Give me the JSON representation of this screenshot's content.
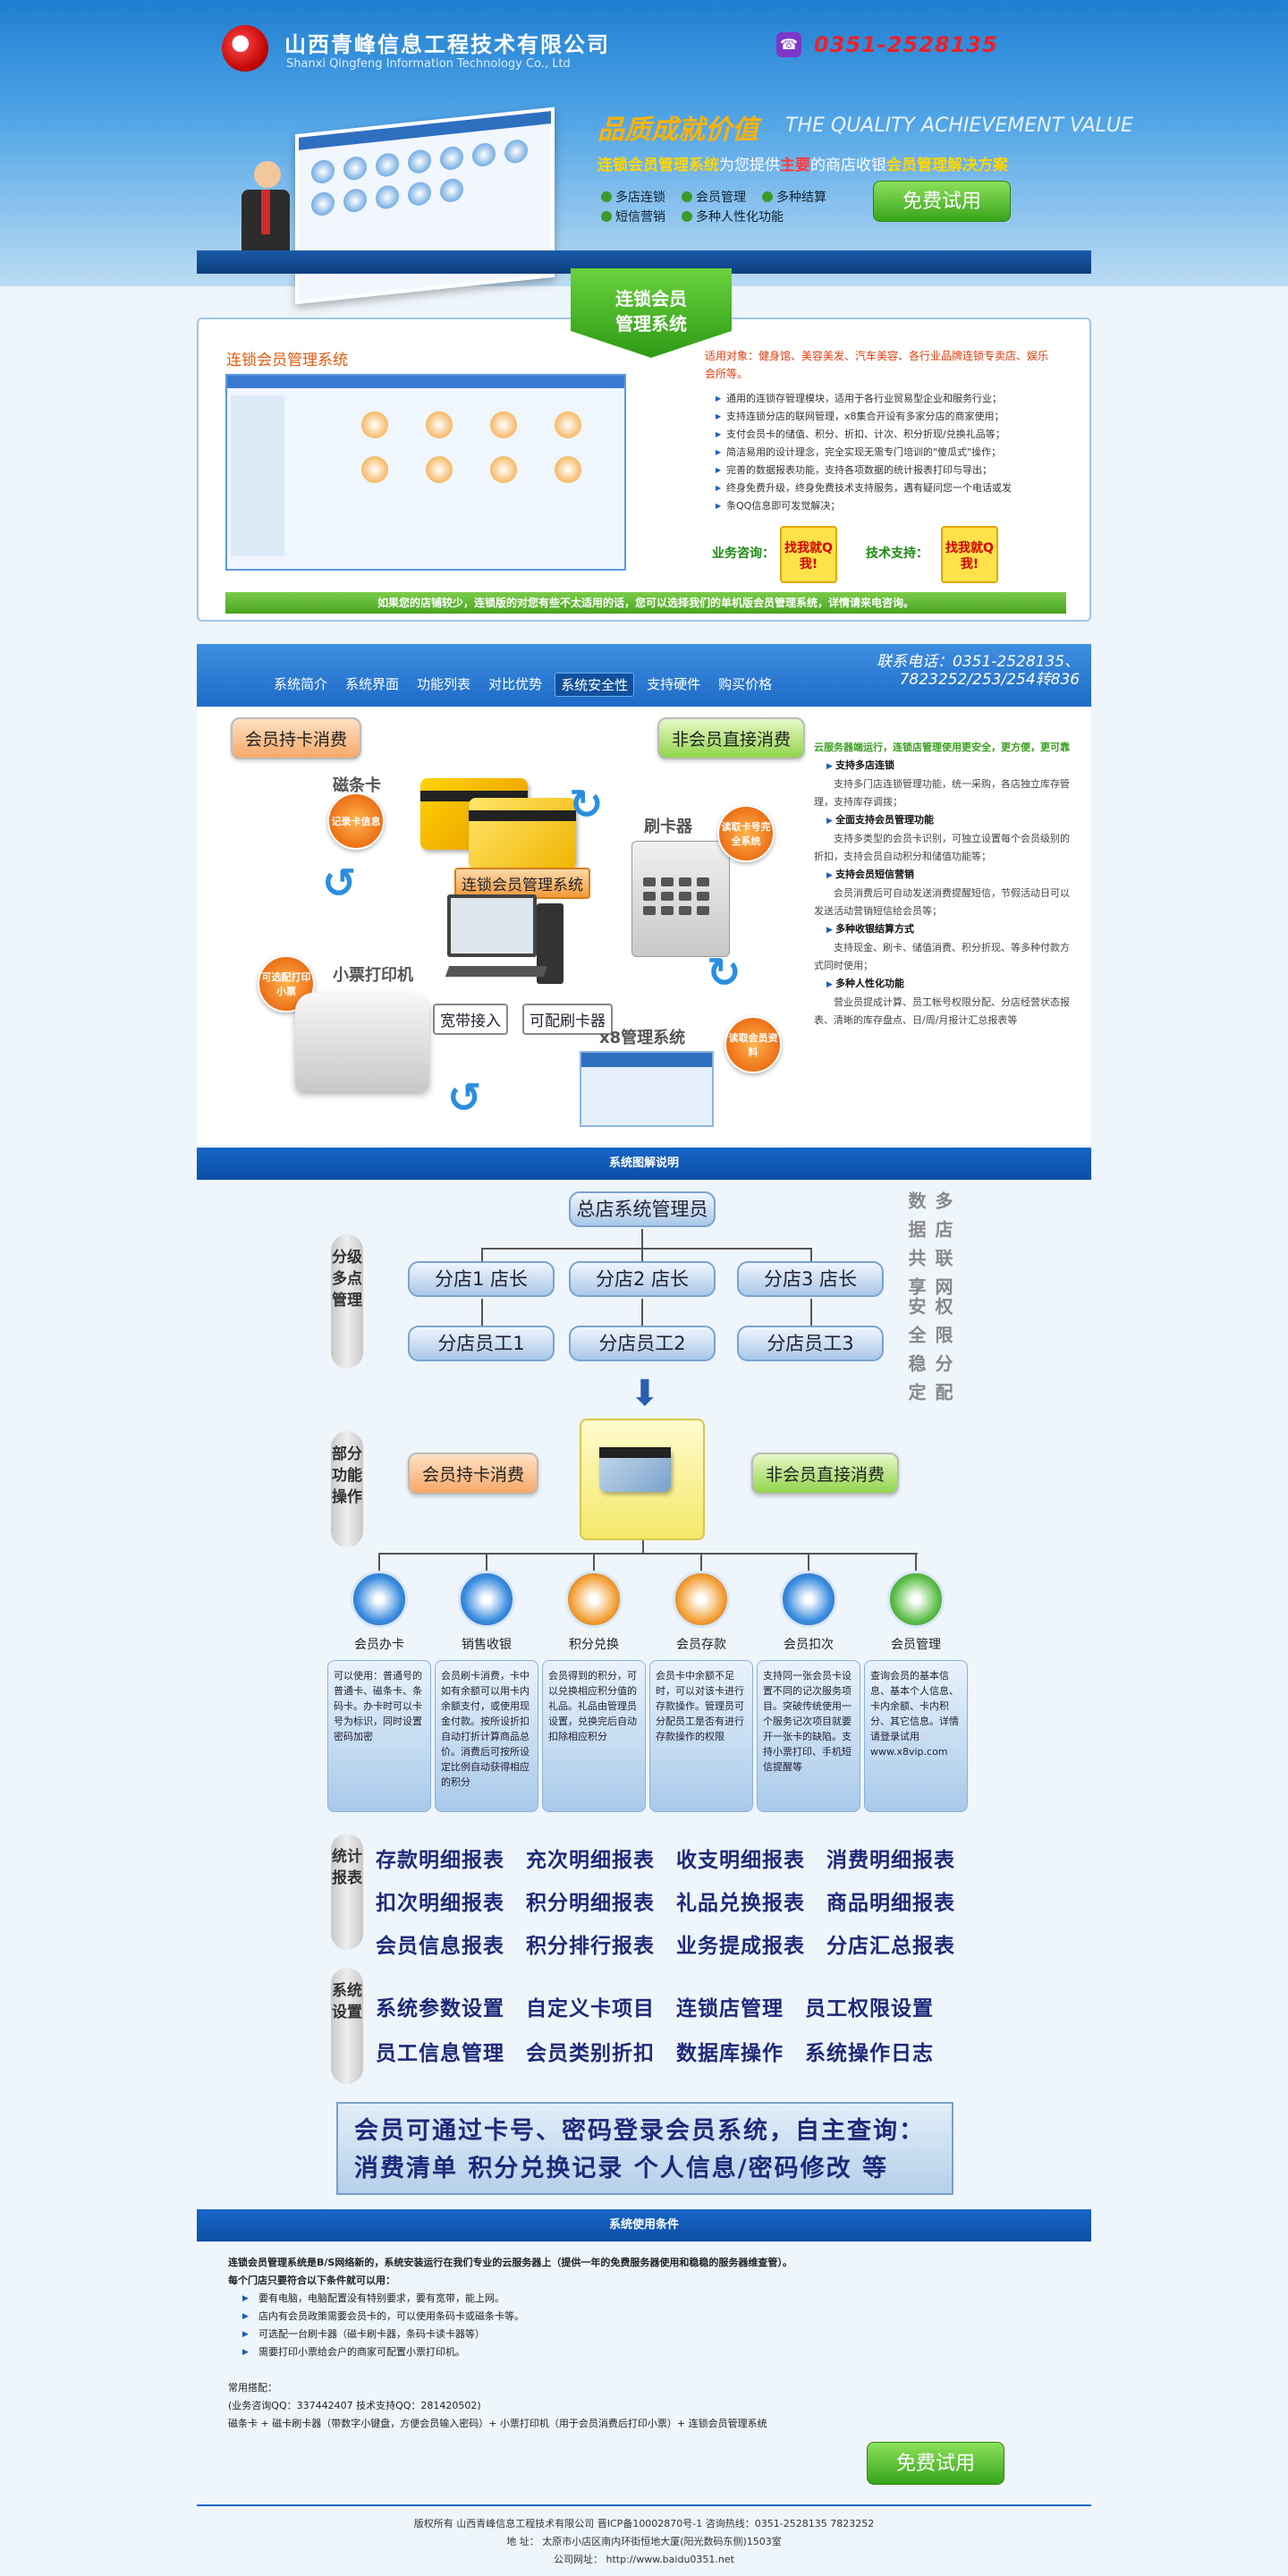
{
  "header": {
    "company_cn": "山西青峰信息工程技术有限公司",
    "company_en": "Shanxi Qingfeng Information Technology Co., Ltd",
    "phone": "0351-2528135",
    "slogan": "品质成就价值",
    "slogan_en": "THE QUALITY ACHIEVEMENT VALUE",
    "tagline_a": "连锁会员管理系统",
    "tagline_b": "为您提供",
    "tagline_c": "主要",
    "tagline_d": "的商店收银",
    "tagline_e": "会员管理解决方案",
    "features": [
      "多店连锁",
      "会员管理",
      "多种结算",
      "短信营销",
      "多种人性化功能"
    ],
    "try_button": "免费试用"
  },
  "product": {
    "badge_line1": "连锁会员",
    "badge_line2": "管理系统",
    "title": "连锁会员管理系统",
    "applicable": "适用对象：健身馆、美容美发、汽车美容、各行业品牌连锁专卖店、娱乐会所等。",
    "points": [
      "通用的连锁存管理模块，适用于各行业贸易型企业和服务行业；",
      "支持连锁分店的联网管理，x8集合开设有多家分店的商家使用；",
      "支付会员卡的储值、积分、折扣、计次、积分折现/兑换礼品等；",
      "简洁易用的设计理念，完全实现无需专门培训的\"傻瓜式\"操作；",
      "完善的数据报表功能，支持各项数据的统计报表打印与导出；",
      "终身免费升级，终身免费技术支持服务，遇有疑问您一个电话或发",
      "条QQ信息即可发觉解决；"
    ],
    "sales_label": "业务咨询：",
    "support_label": "技术支持：",
    "qq_text": "找我就Q我!",
    "notice": "如果您的店铺较少，连锁版的对您有些不太适用的话，您可以选择我们的单机版会员管理系统，详情请来电咨询。"
  },
  "nav": {
    "items": [
      "系统简介",
      "系统界面",
      "功能列表",
      "对比优势",
      "系统安全性",
      "支持硬件",
      "购买价格"
    ],
    "active_index": 4,
    "contact_line1": "联系电话：0351-2528135、",
    "contact_line2": "7823252/253/254转836"
  },
  "hardware": {
    "member_pay": "会员持卡消费",
    "nonmember_pay": "非会员直接消费",
    "magcard": "磁条卡",
    "reader": "刷卡器",
    "printer": "小票打印机",
    "system_label": "连锁会员管理系统",
    "broadband": "宽带接入",
    "card_reader_opt": "可配刷卡器",
    "x8": "x8管理系统",
    "burst1": "记录卡信息",
    "burst2": "读取卡号完全系统",
    "burst3": "读取会员资料",
    "burst4": "可选配打印小票",
    "right_intro": "云服务器端运行，连锁店管理使用更安全，更方便，更可靠",
    "right_items": [
      {
        "h": "支持多店连锁",
        "p": "支持多门店连锁管理功能，统一采购，各店独立库存管理，支持库存调拨；"
      },
      {
        "h": "全面支持会员管理功能",
        "p": "支持多类型的会员卡识别，可独立设置每个会员级别的折扣，支持会员自动积分和储值功能等；"
      },
      {
        "h": "支持会员短信营销",
        "p": "会员消费后可自动发送消费提醒短信，节假活动日可以发送活动营销短信给会员等；"
      },
      {
        "h": "多种收银结算方式",
        "p": "支持现金、刷卡、储值消费、积分折现、等多种付款方式同时使用；"
      },
      {
        "h": "多种人性化功能",
        "p": "营业员提成计算、员工帐号权限分配、分店经营状态报表、清晰的库存盘点、日/周/月报计汇总报表等"
      }
    ]
  },
  "diagram": {
    "section_title": "系统图解说明",
    "label_multi": "分级多点管理",
    "label_func": "部分功能操作",
    "label_report": "统计报表",
    "label_settings": "系统设置",
    "hq": "总店系统管理员",
    "managers": [
      "分店1 店长",
      "分店2 店长",
      "分店3 店长"
    ],
    "staff": [
      "分店员工1",
      "分店员工2",
      "分店员工3"
    ],
    "right_col1": [
      "多店联网",
      "权限分配"
    ],
    "right_col2": [
      "数据共享",
      "安全稳定"
    ],
    "member_pay": "会员持卡消费",
    "nonmember_pay": "非会员直接消费",
    "functions": [
      {
        "t": "会员办卡",
        "d": "可以使用：普通号的普通卡、磁条卡、条码卡。办卡时可以卡号为标识，同时设置密码加密"
      },
      {
        "t": "销售收银",
        "d": "会员刷卡消费，卡中如有余额可以用卡内余额支付，或使用现金付款。按所设折扣自动打折计算商品总价。消费后可按所设定比例自动获得相应的积分"
      },
      {
        "t": "积分兑换",
        "d": "会员得到的积分，可以兑换相应积分值的礼品。礼品由管理员设置，兑换完后自动扣除相应积分"
      },
      {
        "t": "会员存款",
        "d": "会员卡中余额不足时，可以对该卡进行存款操作。管理员可分配员工是否有进行存款操作的权限"
      },
      {
        "t": "会员扣次",
        "d": "支持同一张会员卡设置不同的记次服务项目。突破传统使用一个服务记次项目就要开一张卡的缺陷。支持小票打印、手机短信提醒等"
      },
      {
        "t": "会员管理",
        "d": "查询会员的基本信息、基本个人信息、卡内余额、卡内积分、其它信息。详情请登录试用 www.x8vip.com"
      }
    ],
    "reports": [
      [
        "存款明细报表",
        "充次明细报表",
        "收支明细报表",
        "消费明细报表"
      ],
      [
        "扣次明细报表",
        "积分明细报表",
        "礼品兑换报表",
        "商品明细报表"
      ],
      [
        "会员信息报表",
        "积分排行报表",
        "业务提成报表",
        "分店汇总报表"
      ]
    ],
    "settings": [
      [
        "系统参数设置",
        "自定义卡项目",
        "连锁店管理",
        "员工权限设置"
      ],
      [
        "员工信息管理",
        "会员类别折扣",
        "数据库操作",
        "系统操作日志"
      ]
    ],
    "query_line1": "会员可通过卡号、密码登录会员系统，自主查询：",
    "query_line2": "消费清单    积分兑换记录    个人信息/密码修改 等"
  },
  "conditions": {
    "section_title": "系统使用条件",
    "intro": "连锁会员管理系统是B/S网络新的，系统安装运行在我们专业的云服务器上（提供一年的免费服务器使用和稳稳的服务器维查管）。",
    "need": "每个门店只要符合以下条件就可以用：",
    "items": [
      "要有电脑，电脑配置没有特别要求，要有宽带，能上网。",
      "店内有会员政策需要会员卡的，可以使用条码卡或磁条卡等。",
      "可选配一台刷卡器（磁卡刷卡器，条码卡读卡器等）",
      "需要打印小票给会户的商家可配置小票打印机。"
    ],
    "common": "常用搭配：",
    "qq_line": "(业务咨询QQ：337442407   技术支持QQ：281420502)",
    "combo": "磁条卡 + 磁卡刷卡器（带数字小键盘，方便会员输入密码）+ 小票打印机（用于会员消费后打印小票）+ 连锁会员管理系统",
    "try_button": "免费试用"
  },
  "footer": {
    "line1": "版权所有   山西青峰信息工程技术有限公司 晋ICP备10002870号-1 咨询热线：0351-2528135    7823252",
    "line2": "地  址：  太原市小店区南内环街恒地大厦(阳光数码东侧)1503室",
    "line3": "公司网址：  http://www.baidu0351.net"
  }
}
